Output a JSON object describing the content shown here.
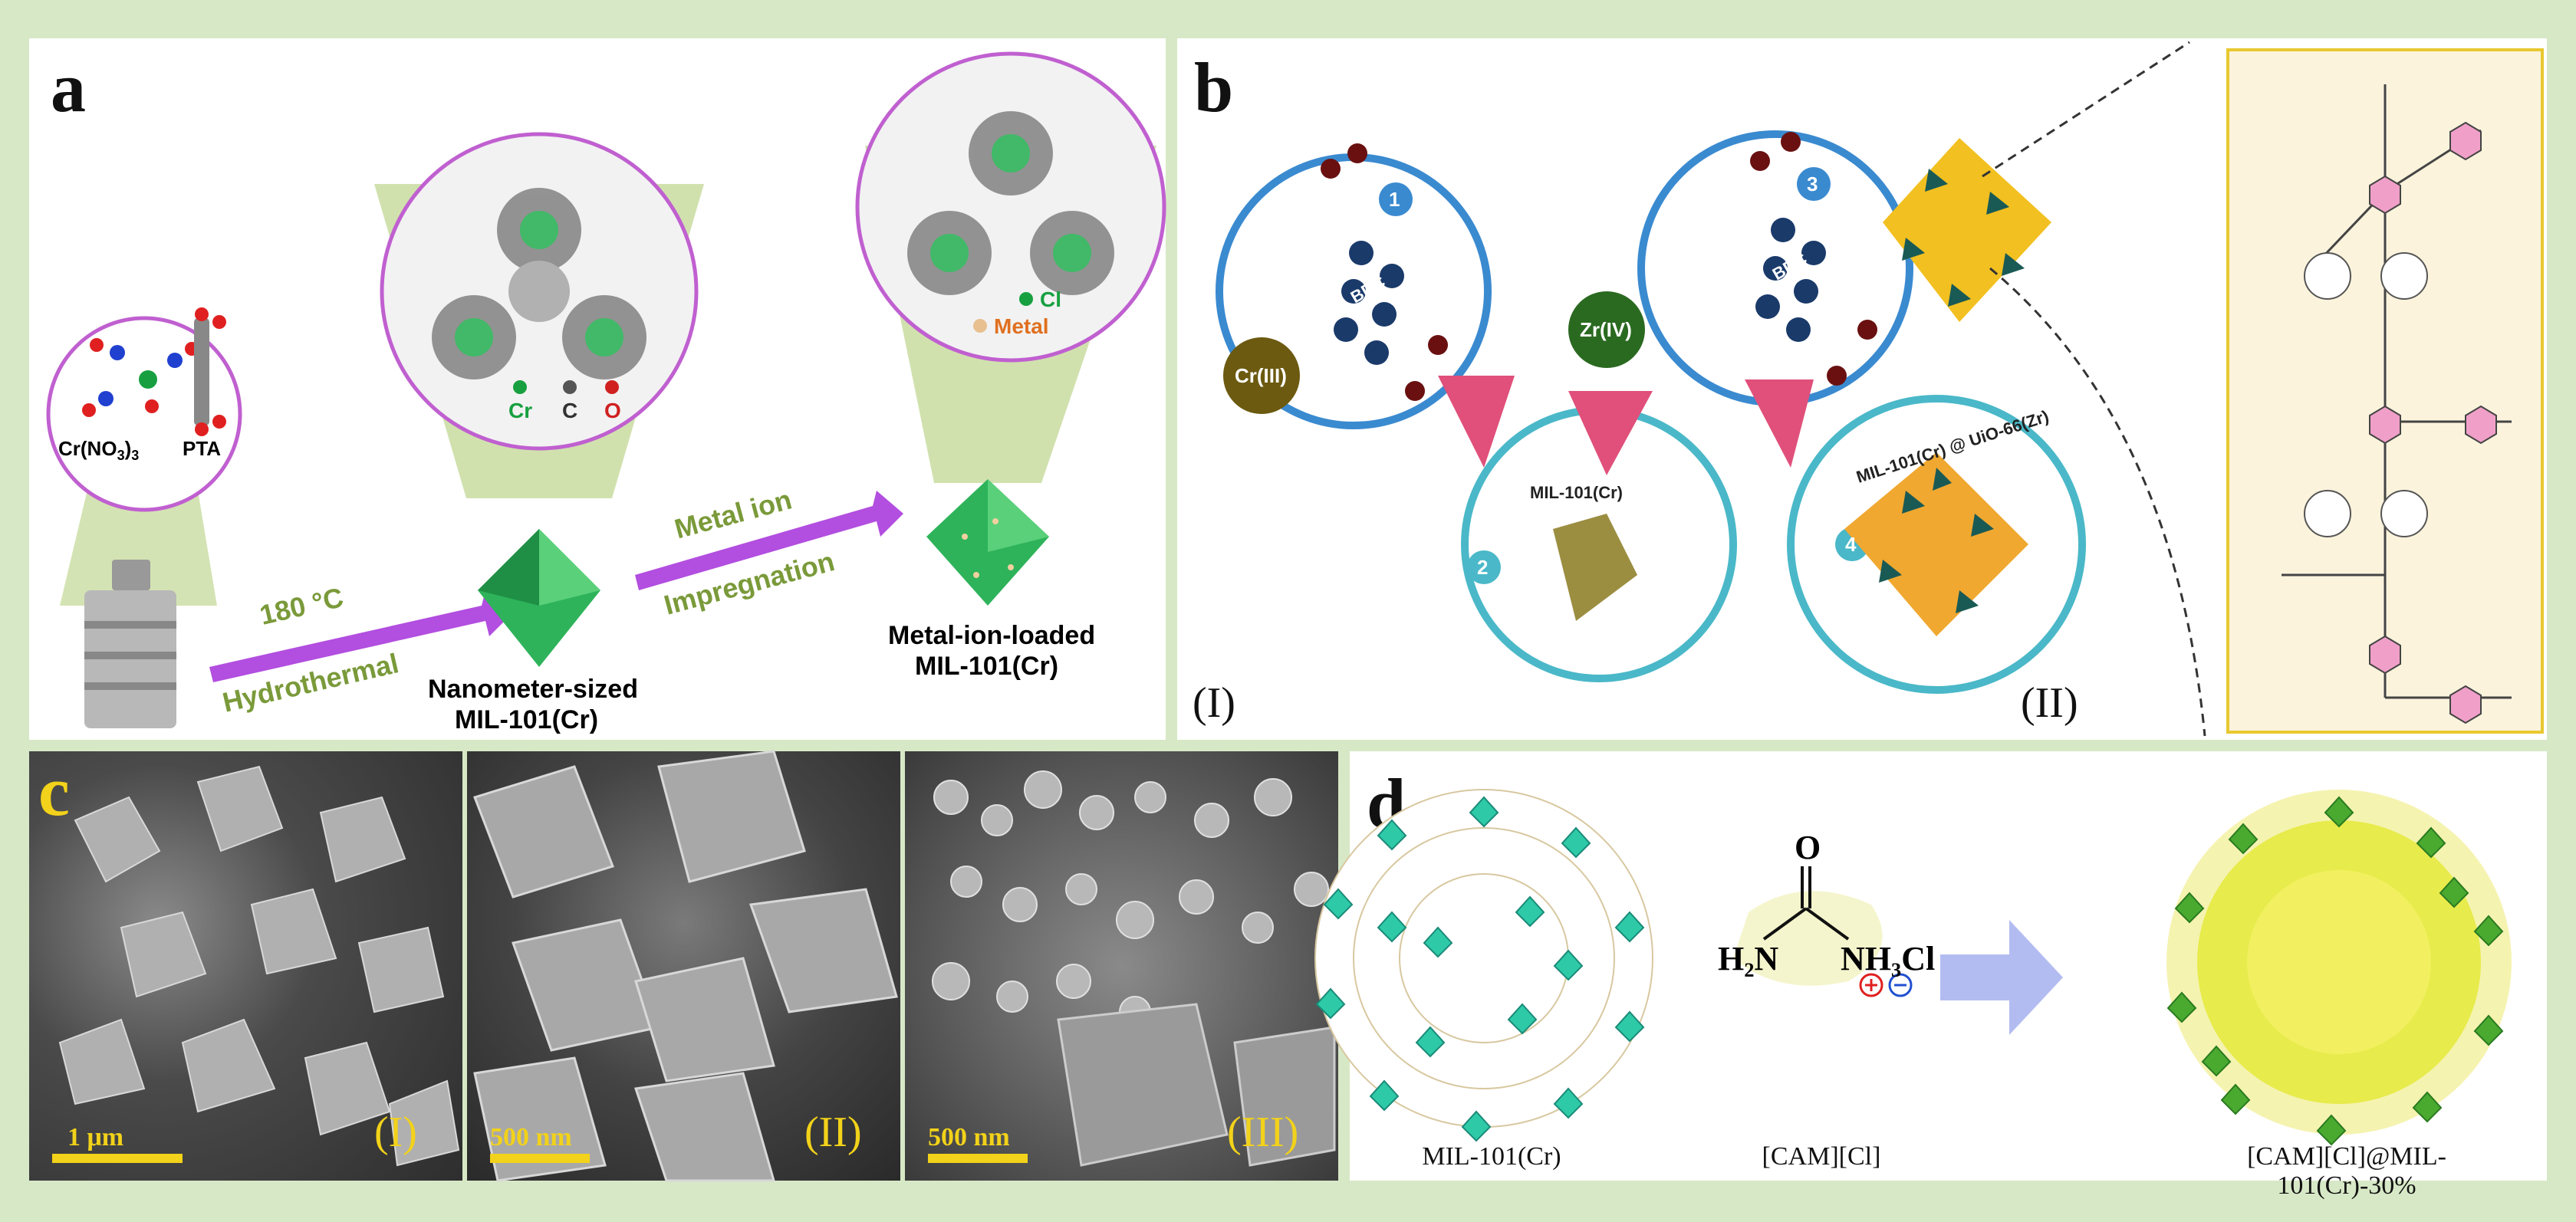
{
  "panel_a": {
    "letter": "a",
    "reagent_left": "Cr(NO",
    "reagent_sub": "3",
    "reagent_close": ")",
    "reagent_sub2": "3",
    "reagent_right": "PTA",
    "legend_cr": "Cr",
    "legend_c": "C",
    "legend_o": "O",
    "legend_cl": "Cl",
    "legend_metal": "Metal",
    "arrow1_top": "180 °C",
    "arrow1_bottom": "Hydrothermal",
    "arrow2_top": "Metal ion",
    "arrow2_bottom": "Impregnation",
    "product1_line1": "Nanometer-sized",
    "product1_line2": "MIL-101(Cr)",
    "product2_line1": "Metal-ion-loaded",
    "product2_line2": "MIL-101(Cr)"
  },
  "panel_b": {
    "letter": "b",
    "step1": "1",
    "step2": "2",
    "step3": "3",
    "step4": "4",
    "bdc1": "BDC",
    "bdc2": "BDC",
    "cr_label": "Cr(III)",
    "zr_label": "Zr(IV)",
    "mil_label": "MIL-101(Cr)",
    "composite_label": "MIL-101(Cr) @ UiO-66(Zr)",
    "roman_1": "(I)",
    "roman_2": "(II)"
  },
  "panel_c": {
    "letter": "c",
    "images": [
      {
        "scale": "1 μm",
        "roman": "(I)"
      },
      {
        "scale": "500 nm",
        "roman": "(II)"
      },
      {
        "scale": "500 nm",
        "roman": "(III)"
      }
    ]
  },
  "panel_d": {
    "letter": "d",
    "caption_left": "MIL-101(Cr)",
    "caption_mid": "[CAM][Cl]",
    "caption_right": "[CAM][Cl]@MIL-101(Cr)-30%",
    "mol_o": "O",
    "mol_h2n": "H₂N",
    "mol_nh3cl": "NH₃Cl"
  },
  "colors": {
    "frame": "#d7e8c6",
    "arrow_purple": "#b24ee0",
    "label_green": "#7a9a3a",
    "octahedron_green": "#2eb35a",
    "pink_linker": "#e0507a",
    "teal": "#2a9a90",
    "yellow": "#f2d21a"
  }
}
